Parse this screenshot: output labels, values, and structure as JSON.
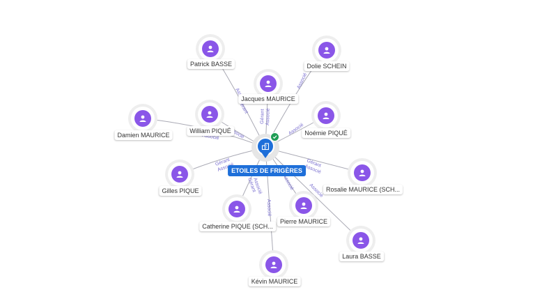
{
  "center": {
    "label": "ETOILES DE FRIGÈRES"
  },
  "nodes": [
    {
      "label": "Patrick BASSE"
    },
    {
      "label": "Dolie SCHEIN"
    },
    {
      "label": "Jacques MAURICE"
    },
    {
      "label": "William PIQUÉ"
    },
    {
      "label": "Noémie PIQUÉ"
    },
    {
      "label": "Damien MAURICE"
    },
    {
      "label": "Gilles PIQUE"
    },
    {
      "label": "Rosalie MAURICE (SCH..."
    },
    {
      "label": "Catherine PIQUE (SCH..."
    },
    {
      "label": "Pierre MAURICE"
    },
    {
      "label": "Laura BASSE"
    },
    {
      "label": "Kévin MAURICE"
    }
  ],
  "edge_labels": {
    "gerant": "Gérant",
    "associe": "Associé"
  },
  "icons": {
    "person": "person-icon",
    "company": "building-icon",
    "verified": "check-icon"
  },
  "colors": {
    "person": "#8a56e8",
    "company": "#1e6fd9",
    "verified": "#1f9d55",
    "edge_text": "#7a6fd0"
  }
}
